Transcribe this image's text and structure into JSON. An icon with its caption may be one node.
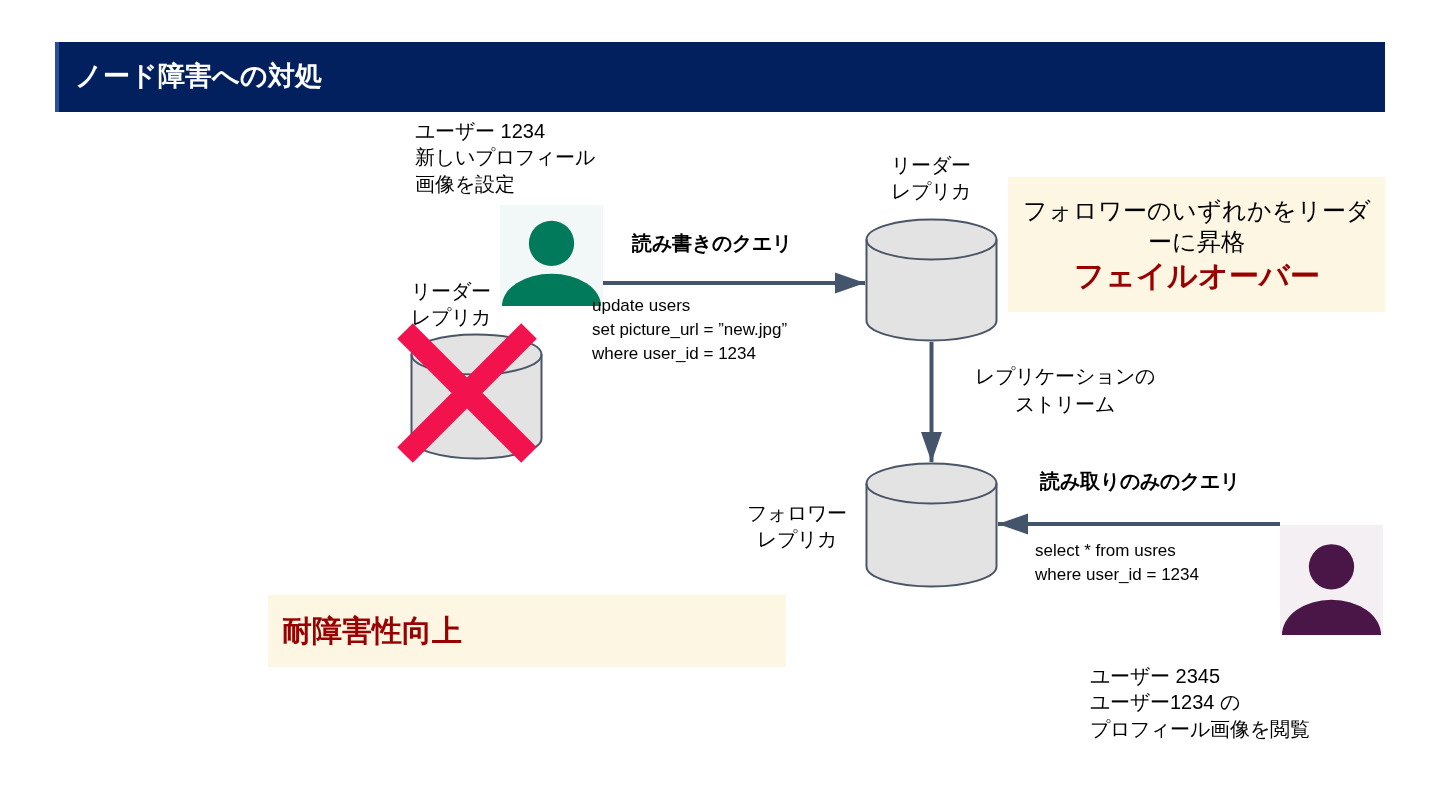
{
  "diagram": {
    "title": "ノード障害への対処",
    "nodes": [
      {
        "text": [],
        "shape": "person",
        "beside": [
          "ユーザー 1234",
          "新しいプロフィール画像を設定"
        ]
      },
      {
        "text": [],
        "shape": "cylinder",
        "beside": [
          "リーダーレプリカ"
        ]
      },
      {
        "text": [],
        "shape": "cylinder",
        "beside": [
          "リーダーレプリカ"
        ]
      },
      {
        "text": [],
        "shape": "cylinder",
        "beside": [
          "フォロワーレプリカ"
        ]
      },
      {
        "text": [],
        "shape": "person",
        "beside": [
          "ユーザー 2345",
          "ユーザー1234 の",
          "プロフィール画像を閲覧"
        ]
      },
      {
        "text": [
          "フォロワーのいずれかをリーダーに昇格",
          "フェイルオーバー"
        ]
      },
      {
        "text": [
          "耐障害性向上"
        ]
      }
    ],
    "edges": [
      {
        "from": 0,
        "to": 2,
        "arrow": "to",
        "label": "読み書きのクエリ"
      },
      {
        "from": 2,
        "to": 3,
        "arrow": "to",
        "label": "レプリケーションのストリーム"
      },
      {
        "from": 4,
        "to": 3,
        "arrow": "to",
        "label": "読み取りのみのクエリ"
      }
    ],
    "labels": [
      "update users",
      "set picture_url = ”new.jpg”",
      "where user_id = 1234",
      "select * from usres",
      "where user_id = 1234"
    ]
  }
}
